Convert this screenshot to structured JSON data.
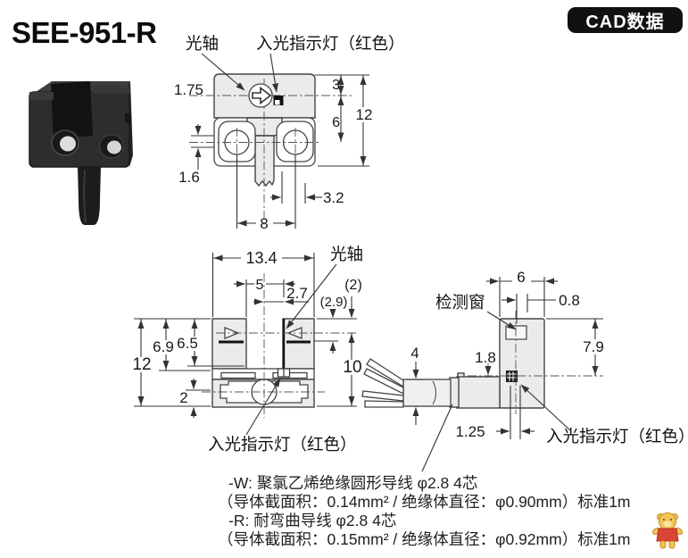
{
  "page": {
    "title": "SEE-951-R",
    "badge": "CAD数据"
  },
  "colors": {
    "badge_bg": "#111111",
    "drawing_fill": "#ebebeb",
    "line": "#333333"
  },
  "labels": {
    "optical_axis": "光轴",
    "indicator": "入光指示灯（红色）",
    "detection_window": "检测窗"
  },
  "front_view": {
    "d_1_75": "1.75",
    "d_3": "3",
    "d_6": "6",
    "d_12": "12",
    "d_1_6": "1.6",
    "d_3_2": "3.2",
    "d_8": "8"
  },
  "side_view": {
    "d_13_4": "13.4",
    "d_5": "5",
    "d_2_7": "2.7",
    "d_2_paren": "(2)",
    "d_2_9_paren": "(2.9)",
    "d_6_9": "6.9",
    "d_6_5": "6.5",
    "d_12": "12",
    "d_2": "2",
    "d_10": "10"
  },
  "end_view": {
    "d_6": "6",
    "d_0_8": "0.8",
    "d_7_9": "7.9",
    "d_4": "4",
    "d_1_8": "1.8",
    "d_1_25": "1.25"
  },
  "notes": {
    "w_line1": "-W: 聚氯乙烯绝缘圆形导线 φ2.8 4芯",
    "w_line2": "（导体截面积：0.14mm² / 绝缘体直径：φ0.90mm）标准1m",
    "r_line1": "-R: 耐弯曲导线 φ2.8 4芯",
    "r_line2": "（导体截面积：0.15mm² / 绝缘体直径：φ0.92mm）标准1m"
  },
  "icons": {
    "optical_axis_marker": "block-arrow-right",
    "indicator_led": "small-black-square",
    "watermark": "bear-mascot"
  }
}
